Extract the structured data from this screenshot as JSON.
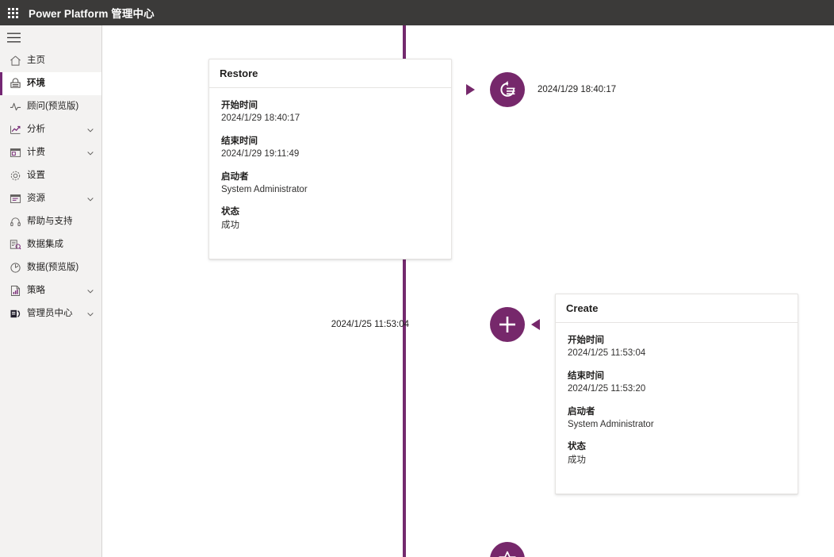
{
  "suite": {
    "waffle_icon": "waffle-grid-icon",
    "title": "Power Platform 管理中心"
  },
  "nav": {
    "toggle_icon": "hamburger-icon",
    "items": [
      {
        "id": "home",
        "label": "主页",
        "icon": "home-icon",
        "expandable": false,
        "selected": false
      },
      {
        "id": "environments",
        "label": "环境",
        "icon": "environment-icon",
        "expandable": false,
        "selected": true
      },
      {
        "id": "advisor",
        "label": "顾问(预览版)",
        "icon": "pulse-icon",
        "expandable": false,
        "selected": false
      },
      {
        "id": "analytics",
        "label": "分析",
        "icon": "chart-line-icon",
        "expandable": true,
        "selected": false
      },
      {
        "id": "billing",
        "label": "计费",
        "icon": "billing-icon",
        "expandable": true,
        "selected": false
      },
      {
        "id": "settings",
        "label": "设置",
        "icon": "gear-icon",
        "expandable": false,
        "selected": false
      },
      {
        "id": "resources",
        "label": "资源",
        "icon": "resources-icon",
        "expandable": true,
        "selected": false
      },
      {
        "id": "help",
        "label": "帮助与支持",
        "icon": "headset-icon",
        "expandable": false,
        "selected": false
      },
      {
        "id": "data-int",
        "label": "数据集成",
        "icon": "data-integration-icon",
        "expandable": false,
        "selected": false
      },
      {
        "id": "data-prev",
        "label": "数据(预览版)",
        "icon": "cloud-data-icon",
        "expandable": false,
        "selected": false
      },
      {
        "id": "policies",
        "label": "策略",
        "icon": "policy-icon",
        "expandable": true,
        "selected": false
      },
      {
        "id": "admin",
        "label": "管理员中心",
        "icon": "admin-center-icon",
        "expandable": true,
        "selected": false
      }
    ]
  },
  "timeline": {
    "accent_color": "#76286b",
    "nodes": [
      {
        "id": "restore",
        "icon": "restore-icon",
        "timestamp": "2024/1/29 18:40:17",
        "time_side": "right",
        "card_side": "left"
      },
      {
        "id": "create",
        "icon": "plus-icon",
        "timestamp": "2024/1/25 11:53:04",
        "time_side": "left",
        "card_side": "right"
      },
      {
        "id": "star",
        "icon": "star-icon",
        "timestamp": "",
        "time_side": "none",
        "card_side": "none"
      }
    ],
    "cards": [
      {
        "id": "restore-card",
        "title": "Restore",
        "fields": [
          {
            "key": "开始时间",
            "value": "2024/1/29 18:40:17"
          },
          {
            "key": "结束时间",
            "value": "2024/1/29 19:11:49"
          },
          {
            "key": "启动者",
            "value": "System Administrator"
          },
          {
            "key": "状态",
            "value": "成功"
          }
        ]
      },
      {
        "id": "create-card",
        "title": "Create",
        "fields": [
          {
            "key": "开始时间",
            "value": "2024/1/25 11:53:04"
          },
          {
            "key": "结束时间",
            "value": "2024/1/25 11:53:20"
          },
          {
            "key": "启动者",
            "value": "System Administrator"
          },
          {
            "key": "状态",
            "value": "成功"
          }
        ]
      }
    ]
  }
}
